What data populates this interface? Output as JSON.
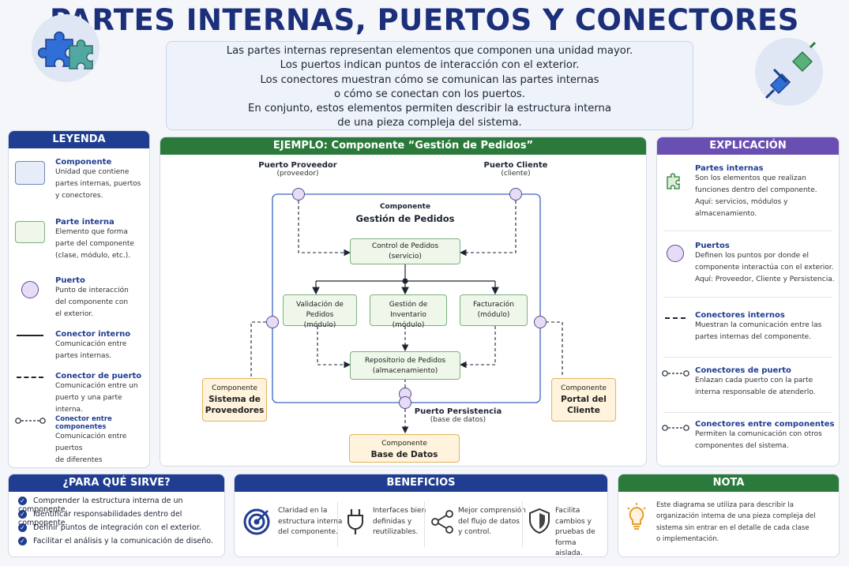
{
  "title": "PARTES INTERNAS, PUERTOS Y CONECTORES",
  "intro": [
    "Las partes internas representan elementos que componen una unidad mayor.",
    "Los puertos indican puntos de interacción con el exterior.",
    "Los conectores muestran cómo se comunican las partes internas",
    "o cómo se conectan con los puertos.",
    "En conjunto, estos elementos permiten describir la estructura interna",
    "de una pieza compleja del sistema."
  ],
  "icons": {
    "left": "puzzle-icon",
    "right": "plug-icon"
  },
  "legend": {
    "header": "LEYENDA",
    "items": [
      {
        "title": "Componente",
        "desc": [
          "Unidad que contiene",
          "partes internas, puertos",
          "y conectores."
        ]
      },
      {
        "title": "Parte interna",
        "desc": [
          "Elemento que forma",
          "parte del componente",
          "(clase, módulo, etc.)."
        ]
      },
      {
        "title": "Puerto",
        "desc": [
          "Punto de interacción",
          "del componente con",
          "el exterior."
        ]
      },
      {
        "title": "Conector interno",
        "desc": [
          "Comunicación entre",
          "partes internas."
        ]
      },
      {
        "title": "Conector de puerto",
        "desc": [
          "Comunicación entre un",
          "puerto y una parte interna."
        ]
      },
      {
        "title": "Conector entre componentes",
        "desc": [
          "Comunicación entre puertos",
          "de diferentes componentes."
        ]
      }
    ]
  },
  "example": {
    "header": "EJEMPLO: Componente “Gestión de Pedidos”",
    "port_proveedor": {
      "name": "Puerto Proveedor",
      "role": "(proveedor)"
    },
    "port_cliente": {
      "name": "Puerto Cliente",
      "role": "(cliente)"
    },
    "port_persistencia": {
      "name": "Puerto Persistencia",
      "role": "(base de datos)"
    },
    "component_label": "Componente",
    "component_name": "Gestión de Pedidos",
    "control": {
      "name": "Control de Pedidos",
      "type": "(servicio)"
    },
    "validacion": {
      "name": "Validación de Pedidos",
      "type": "(módulo)"
    },
    "inventario": {
      "name": "Gestión de Inventario",
      "type": "(módulo)"
    },
    "facturacion": {
      "name": "Facturación",
      "type": "(módulo)"
    },
    "repositorio": {
      "name": "Repositorio de Pedidos",
      "type": "(almacenamiento)"
    },
    "ext_proveedores": {
      "label": "Componente",
      "name1": "Sistema de",
      "name2": "Proveedores"
    },
    "ext_cliente": {
      "label": "Componente",
      "name1": "Portal del",
      "name2": "Cliente"
    },
    "ext_db": {
      "label": "Componente",
      "name": "Base de Datos"
    }
  },
  "explanation": {
    "header": "EXPLICACIÓN",
    "items": [
      {
        "title": "Partes internas",
        "desc": [
          "Son los elementos que realizan",
          "funciones dentro del componente.",
          "Aquí: servicios, módulos y",
          "almacenamiento."
        ]
      },
      {
        "title": "Puertos",
        "desc": [
          "Definen los puntos por donde el",
          "componente interactúa con el exterior.",
          "Aquí: Proveedor, Cliente y Persistencia."
        ]
      },
      {
        "title": "Conectores internos",
        "desc": [
          "Muestran la comunicación entre las",
          "partes internas del componente."
        ]
      },
      {
        "title": "Conectores de puerto",
        "desc": [
          "Enlazan cada puerto con la parte",
          "interna responsable de atenderlo."
        ]
      },
      {
        "title": "Conectores entre componentes",
        "desc": [
          "Permiten la comunicación con otros",
          "componentes del sistema."
        ]
      }
    ]
  },
  "purpose": {
    "header": "¿PARA QUÉ SIRVE?",
    "items": [
      "Comprender la estructura interna de un componente.",
      "Identificar responsabilidades dentro del componente.",
      "Definir puntos de integración con el exterior.",
      "Facilitar el análisis y la comunicación de diseño."
    ]
  },
  "benefits": {
    "header": "BENEFICIOS",
    "items": [
      {
        "icon": "target-icon",
        "lines": [
          "Claridad en la",
          "estructura interna",
          "del componente."
        ]
      },
      {
        "icon": "plug-icon",
        "lines": [
          "Interfaces bien",
          "definidas y",
          "reutilizables."
        ]
      },
      {
        "icon": "share-icon",
        "lines": [
          "Mejor comprensión",
          "del flujo de datos",
          "y control."
        ]
      },
      {
        "icon": "shield-icon",
        "lines": [
          "Facilita cambios y",
          "pruebas de forma",
          "aislada."
        ]
      }
    ]
  },
  "note": {
    "header": "NOTA",
    "lines": [
      "Este diagrama se utiliza para describir la",
      "organización interna de una pieza compleja del",
      "sistema sin entrar en el detalle de cada clase",
      "o implementación."
    ]
  },
  "colors": {
    "navy": "#1f3d91",
    "green": "#2b7a3b",
    "purple": "#6a4fb3",
    "port": "#e6dcf5",
    "part": "#eef7ea",
    "external": "#fff3dd"
  }
}
